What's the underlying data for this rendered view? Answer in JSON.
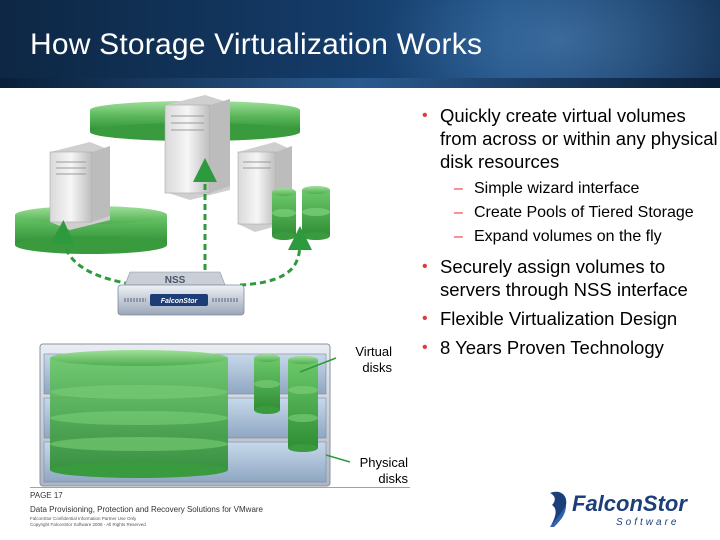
{
  "slide": {
    "title": "How Storage Virtualization Works",
    "bullets": [
      {
        "text": "Quickly create virtual volumes from across or within any physical disk resources",
        "sub": [
          "Simple wizard interface",
          "Create Pools of Tiered Storage",
          "Expand volumes on the fly"
        ]
      },
      {
        "text": "Securely assign volumes to servers through NSS interface",
        "sub": []
      },
      {
        "text": "Flexible Virtualization Design",
        "sub": []
      },
      {
        "text": "8 Years Proven Technology",
        "sub": []
      }
    ],
    "bullet_color": "#e23a3a"
  },
  "diagram": {
    "appliance_label": "NSS",
    "appliance_brand": "FalconStor",
    "label_virtual": "Virtual disks",
    "label_physical": "Physical disks",
    "disk_color": "#5fb85f",
    "arrow_color": "#2e9a3e"
  },
  "footer": {
    "page": "PAGE 17",
    "title": "Data Provisioning, Protection and Recovery Solutions for VMware",
    "fine1": "FalconStor Confidential Information Partner Use Only",
    "fine2": "Copyright FalconStor Software 2008 - All Rights Reserved",
    "logo_main": "FalconStor",
    "logo_sub": "Software"
  }
}
